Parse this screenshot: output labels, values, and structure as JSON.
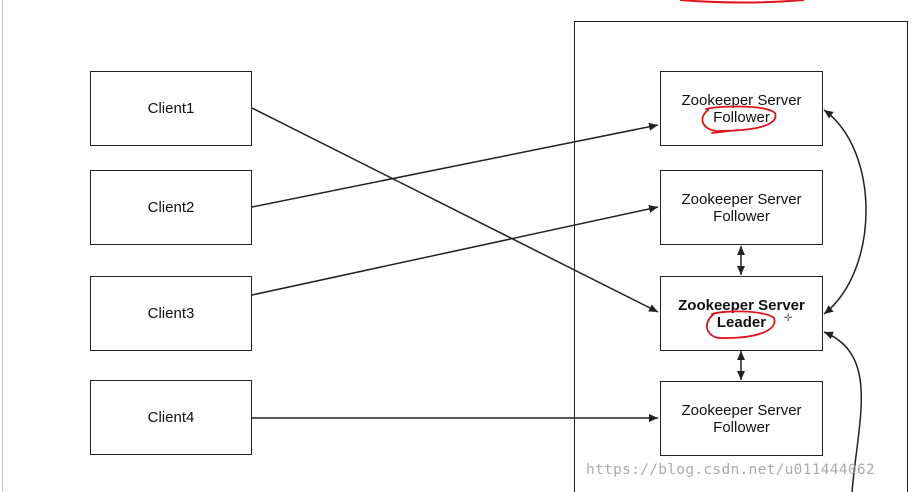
{
  "clients": [
    {
      "label": "Client1"
    },
    {
      "label": "Client2"
    },
    {
      "label": "Client3"
    },
    {
      "label": "Client4"
    }
  ],
  "servers": [
    {
      "line1": "Zookeeper Server",
      "line2": "Follower"
    },
    {
      "line1": "Zookeeper Server",
      "line2": "Follower"
    },
    {
      "line1": "Zookeeper Server",
      "line2": "Leader"
    },
    {
      "line1": "Zookeeper Server",
      "line2": "Follower"
    }
  ],
  "watermark": "https://blog.csdn.net/u011444062",
  "colors": {
    "line": "#222222",
    "annotation": "#e0141e",
    "watermark": "#999999"
  }
}
